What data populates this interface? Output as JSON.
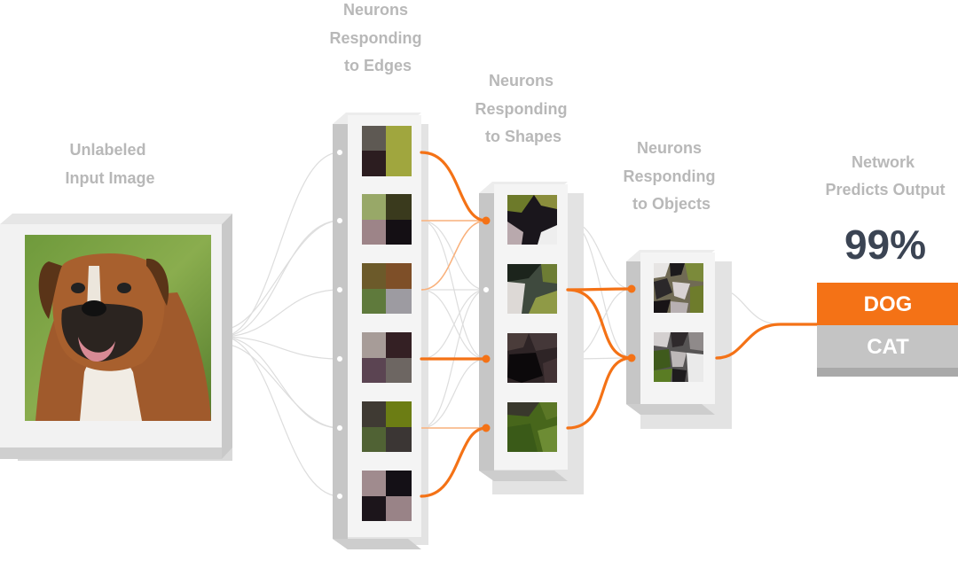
{
  "labels": {
    "input": [
      "Unlabeled",
      "Input Image"
    ],
    "edges": [
      "Neurons",
      "Responding",
      "to Edges"
    ],
    "shapes": [
      "Neurons",
      "Responding",
      "to Shapes"
    ],
    "objects": [
      "Neurons",
      "Responding",
      "to Objects"
    ],
    "output": [
      "Network",
      "Predicts Output"
    ]
  },
  "prediction": {
    "confidence": "99%"
  },
  "classes": [
    {
      "label": "DOG",
      "color": "#f47216",
      "selected": true
    },
    {
      "label": "CAT",
      "color": "#c4c4c4",
      "selected": false
    }
  ],
  "colors": {
    "active_connection": "#f47216",
    "weak_connection": "#f9b17c",
    "inactive_connection": "#dddddd",
    "label_text": "#b8b8b8",
    "confidence_text": "#3b4453"
  }
}
